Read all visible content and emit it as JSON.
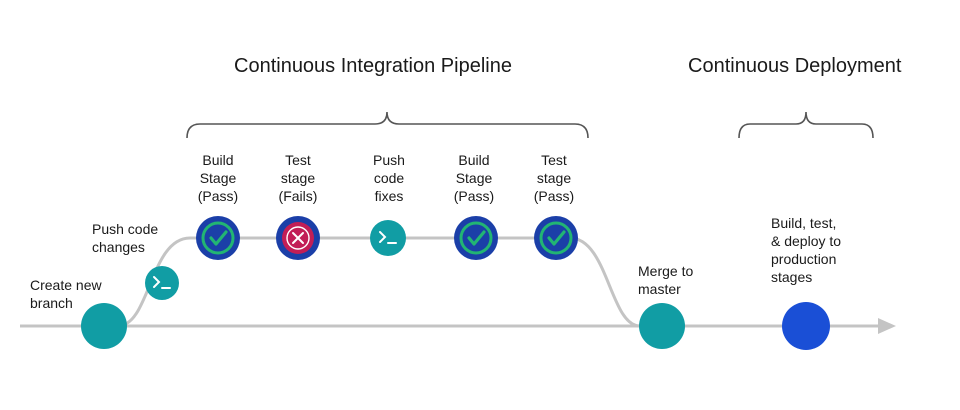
{
  "headings": {
    "ci": "Continuous Integration Pipeline",
    "cd": "Continuous Deployment"
  },
  "labels": {
    "create_branch": "Create new\nbranch",
    "push_changes": "Push code\nchanges",
    "build_pass_1": "Build\nStage\n(Pass)",
    "test_fail": "Test\nstage\n(Fails)",
    "push_fixes": "Push\ncode\nfixes",
    "build_pass_2": "Build\nStage\n(Pass)",
    "test_pass": "Test\nstage\n(Pass)",
    "merge": "Merge to\nmaster",
    "deploy": "Build, test,\n& deploy to\nproduction\nstages"
  },
  "colors": {
    "line": "#c4c4c4",
    "teal": "#119da4",
    "pass_ring": "#1b3fa8",
    "pass_check": "#22b573",
    "fail_ring": "#1b3fa8",
    "fail_fill": "#c21e56",
    "deploy_blue": "#1a4fd6",
    "bracket": "#555555"
  },
  "icons": {
    "terminal": "terminal-icon",
    "check": "check-icon",
    "fail": "x-icon"
  }
}
